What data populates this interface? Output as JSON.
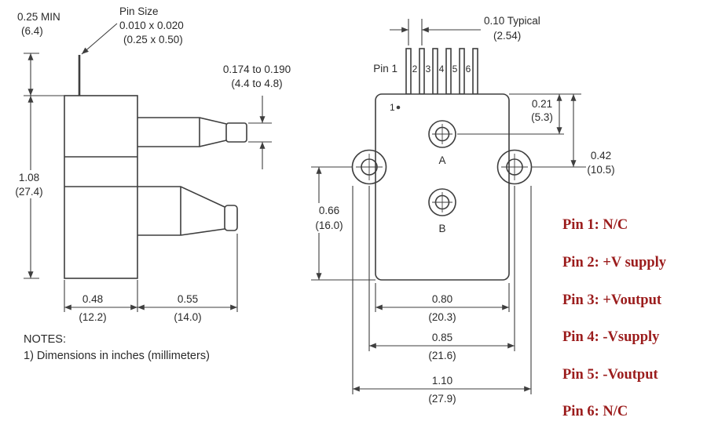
{
  "meta": {
    "line_color": "#3e3e3e",
    "text_color": "#2a2a2a",
    "accent_red": "#9b1c1c",
    "bg": "#ffffff"
  },
  "side_view": {
    "pin_min_len": "0.25 MIN",
    "pin_min_len_mm": "(6.4)",
    "pin_size_title": "Pin Size",
    "pin_size_in": "0.010 x 0.020",
    "pin_size_mm": "(0.25 x 0.50)",
    "port_od_in": "0.174 to 0.190",
    "port_od_mm": "(4.4 to 4.8)",
    "body_height_in": "1.08",
    "body_height_mm": "(27.4)",
    "body_width_in": "0.48",
    "body_width_mm": "(12.2)",
    "port_len_in": "0.55",
    "port_len_mm": "(14.0)"
  },
  "notes": {
    "title": "NOTES:",
    "item1": "1) Dimensions in inches (millimeters)"
  },
  "front_view": {
    "pin_pitch_in": "0.10 Typical",
    "pin_pitch_mm": "(2.54)",
    "pin1_label": "Pin 1",
    "pin_numbers": [
      "2",
      "3",
      "4",
      "5",
      "6"
    ],
    "pin1_mark": "1",
    "port_a_label": "A",
    "port_b_label": "B",
    "port_a_offset_in": "0.21",
    "port_a_offset_mm": "(5.3)",
    "hole_offset_in": "0.42",
    "hole_offset_mm": "(10.5)",
    "hole_to_bottom_in": "0.66",
    "hole_to_bottom_mm": "(16.0)",
    "body_width_in": "0.80",
    "body_width_mm": "(20.3)",
    "hole_span_in": "0.85",
    "hole_span_mm": "(21.6)",
    "overall_width_in": "1.10",
    "overall_width_mm": "(27.9)"
  },
  "pinout": [
    "Pin 1: N/C",
    "Pin 2: +V supply",
    "Pin 3: +Voutput",
    "Pin 4: -Vsupply",
    "Pin 5: -Voutput",
    "Pin 6: N/C"
  ]
}
